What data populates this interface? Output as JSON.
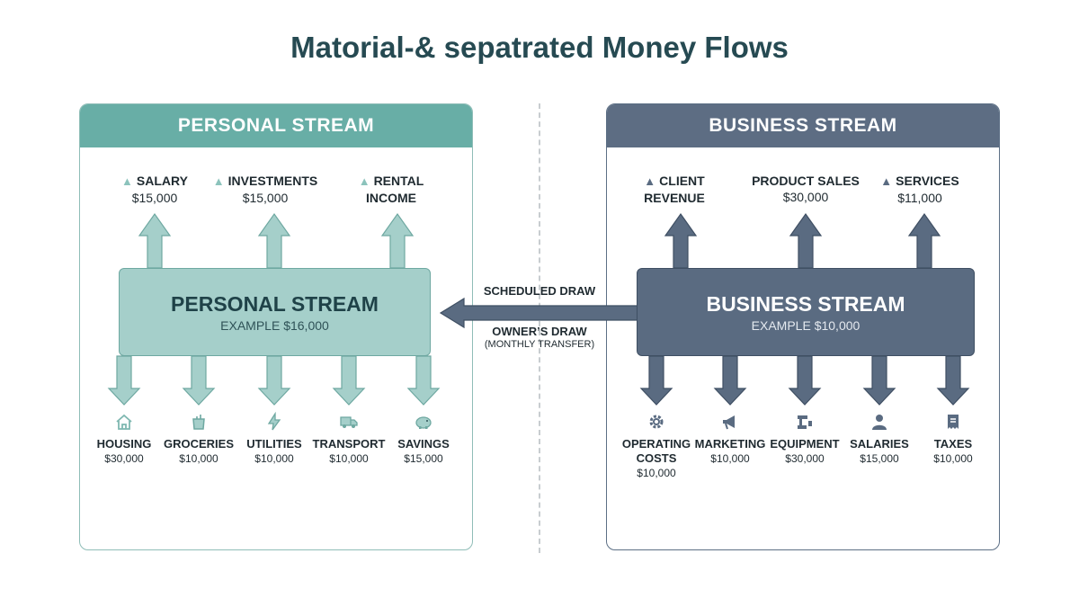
{
  "title": "Matorial-& sepatrated Money Flows",
  "personal": {
    "header": "PERSONAL STREAM",
    "hub_title": "PERSONAL STREAM",
    "hub_sub": "EXAMPLE $16,000",
    "inflows": [
      {
        "name": "SALARY",
        "amount": "$15,000"
      },
      {
        "name": "INVESTMENTS",
        "amount": "$15,000"
      },
      {
        "name": "RENTAL",
        "name2": "INCOME"
      }
    ],
    "outflows": [
      {
        "name": "HOUSING",
        "amount": "$30,000",
        "icon": "house-icon"
      },
      {
        "name": "GROCERIES",
        "amount": "$10,000",
        "icon": "grocery-bag-icon"
      },
      {
        "name": "UTILITIES",
        "amount": "$10,000",
        "icon": "lightning-icon"
      },
      {
        "name": "TRANSPORT",
        "amount": "$10,000",
        "icon": "truck-icon"
      },
      {
        "name": "SAVINGS",
        "amount": "$15,000",
        "icon": "piggy-bank-icon"
      }
    ],
    "colors": {
      "header": "#68aea6",
      "hub": "#a5cfca",
      "arrow": "#a5cfca"
    }
  },
  "business": {
    "header": "BUSINESS STREAM",
    "hub_title": "BUSINESS STREAM",
    "hub_sub": "EXAMPLE $10,000",
    "inflows": [
      {
        "name": "CLIENT",
        "name2": "REVENUE"
      },
      {
        "name": "PRODUCT SALES",
        "amount": "$30,000"
      },
      {
        "name": "SERVICES",
        "amount": "$11,000"
      }
    ],
    "outflows": [
      {
        "name": "OPERATING",
        "name2": "COSTS",
        "amount": "$10,000",
        "icon": "gear-icon"
      },
      {
        "name": "MARKETING",
        "amount": "$10,000",
        "icon": "megaphone-icon"
      },
      {
        "name": "EQUIPMENT",
        "amount": "$30,000",
        "icon": "equipment-icon"
      },
      {
        "name": "SALARIES",
        "amount": "$15,000",
        "icon": "person-icon"
      },
      {
        "name": "TAXES",
        "amount": "$10,000",
        "icon": "receipt-icon"
      }
    ],
    "colors": {
      "header": "#5d6d83",
      "hub": "#5a6b81",
      "arrow": "#5a6b81"
    }
  },
  "transfer": {
    "label_top": "SCHEDULED DRAW",
    "label_main": "OWNER’S DRAW",
    "label_sub": "(MONTHLY TRANSFER)"
  }
}
